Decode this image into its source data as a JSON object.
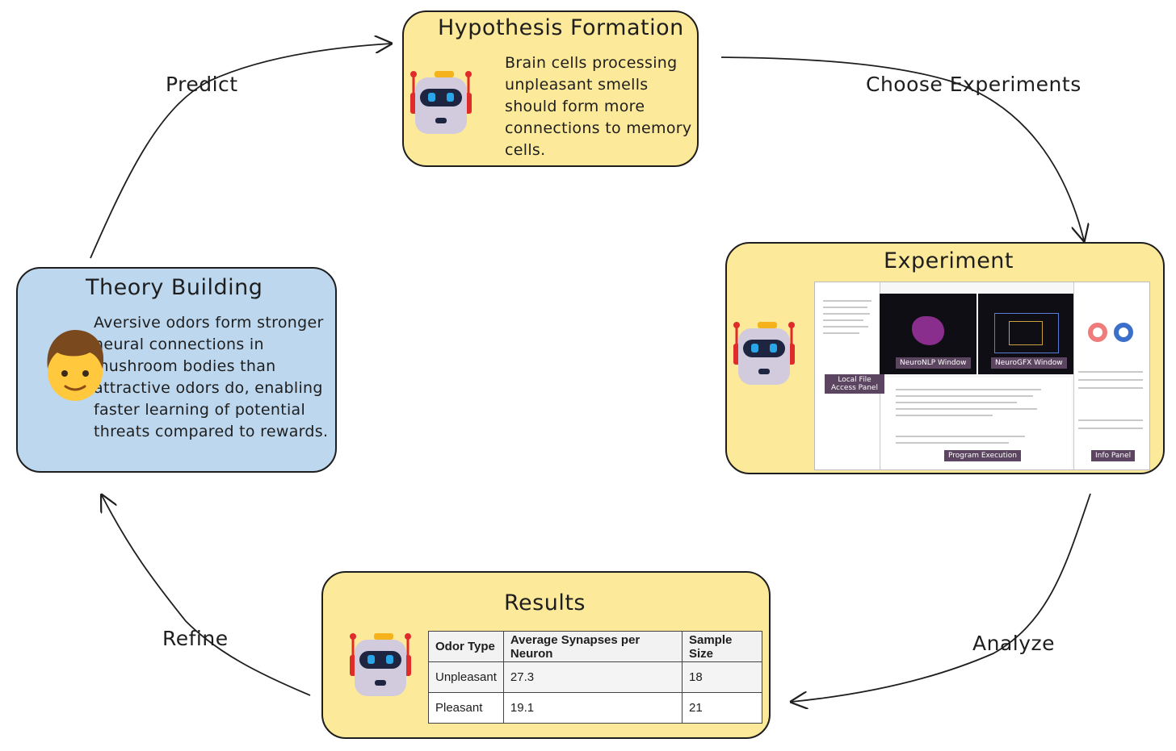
{
  "nodes": {
    "hypothesis": {
      "title": "Hypothesis Formation",
      "text": "Brain cells processing unpleasant smells should form more connections to memory cells.",
      "fill": "#fce99a"
    },
    "experiment": {
      "title": "Experiment",
      "fill": "#fce99a",
      "screenshot": {
        "panels": {
          "local_file": "Local File Access Panel",
          "neuronlp": "NeuroNLP Window",
          "neurogfx": "NeuroGFX Window",
          "program": "Program Execution",
          "info": "Info Panel"
        }
      }
    },
    "results": {
      "title": "Results",
      "fill": "#fce99a",
      "table": {
        "headers": [
          "Odor Type",
          "Average Synapses per Neuron",
          "Sample Size"
        ],
        "rows": [
          [
            "Unpleasant",
            "27.3",
            "18"
          ],
          [
            "Pleasant",
            "19.1",
            "21"
          ]
        ]
      }
    },
    "theory": {
      "title": "Theory Building",
      "text": "Aversive odors form stronger neural connections in mushroom bodies than attractive odors do, enabling faster learning of potential threats compared to rewards.",
      "fill": "#bdd7ee"
    }
  },
  "edges": {
    "predict": "Predict",
    "choose": "Choose Experiments",
    "analyze": "Analyze",
    "refine": "Refine"
  },
  "icons": {
    "robot": "robot-icon",
    "person": "man-emoji-icon"
  },
  "colors": {
    "stroke": "#1e1e1e",
    "robot_body": "#d2cbdd",
    "robot_visor": "#1e2540",
    "robot_eye": "#2aa6e8",
    "robot_accent": "#e02b2b",
    "robot_top": "#f5b21b"
  }
}
